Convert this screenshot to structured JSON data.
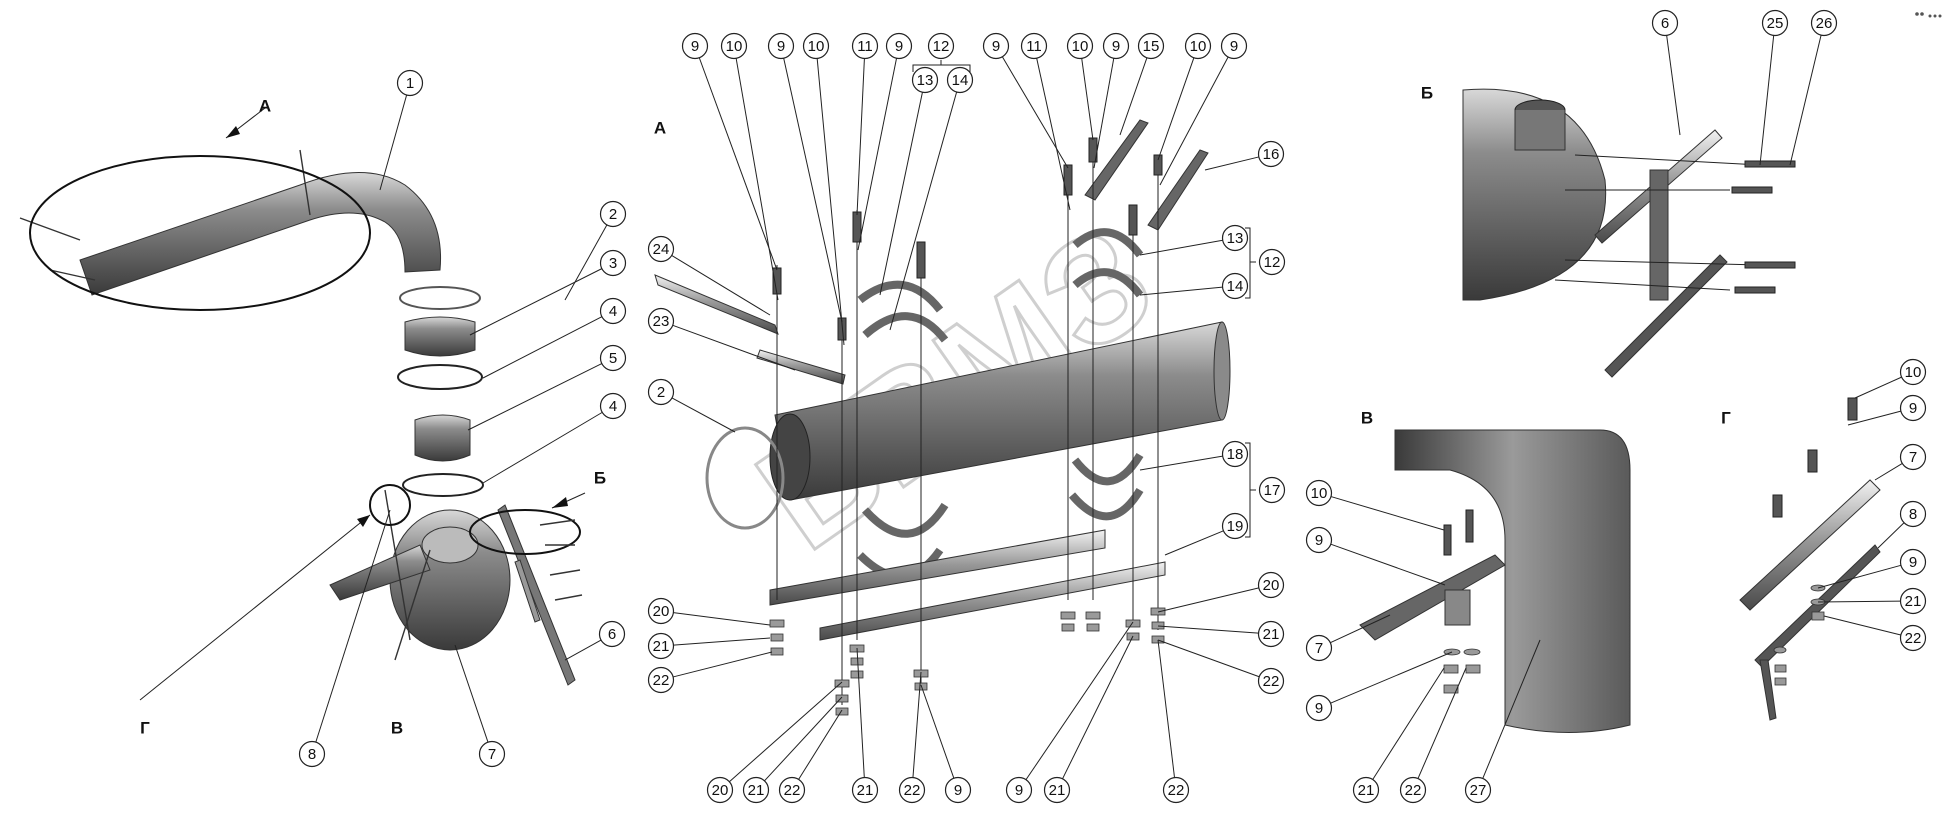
{
  "diagram": {
    "section_labels": {
      "a1": "А",
      "b1": "Б",
      "v1": "В",
      "g1": "Г",
      "a2": "А",
      "b2": "Б",
      "v2": "В",
      "g2": "Г"
    },
    "watermark": "ВВМЗ",
    "callouts": [
      {
        "n": "1"
      },
      {
        "n": "2"
      },
      {
        "n": "3"
      },
      {
        "n": "4"
      },
      {
        "n": "5"
      },
      {
        "n": "4"
      },
      {
        "n": "6"
      },
      {
        "n": "7"
      },
      {
        "n": "8"
      },
      {
        "n": "9"
      },
      {
        "n": "10"
      },
      {
        "n": "9"
      },
      {
        "n": "10"
      },
      {
        "n": "11"
      },
      {
        "n": "9"
      },
      {
        "n": "12"
      },
      {
        "n": "13"
      },
      {
        "n": "14"
      },
      {
        "n": "9"
      },
      {
        "n": "11"
      },
      {
        "n": "10"
      },
      {
        "n": "9"
      },
      {
        "n": "15"
      },
      {
        "n": "10"
      },
      {
        "n": "9"
      },
      {
        "n": "16"
      },
      {
        "n": "24"
      },
      {
        "n": "23"
      },
      {
        "n": "2"
      },
      {
        "n": "13"
      },
      {
        "n": "12"
      },
      {
        "n": "14"
      },
      {
        "n": "18"
      },
      {
        "n": "17"
      },
      {
        "n": "19"
      },
      {
        "n": "20"
      },
      {
        "n": "21"
      },
      {
        "n": "22"
      },
      {
        "n": "20"
      },
      {
        "n": "21"
      },
      {
        "n": "22"
      },
      {
        "n": "20"
      },
      {
        "n": "21"
      },
      {
        "n": "22"
      },
      {
        "n": "21"
      },
      {
        "n": "22"
      },
      {
        "n": "9"
      },
      {
        "n": "9"
      },
      {
        "n": "21"
      },
      {
        "n": "22"
      },
      {
        "n": "6"
      },
      {
        "n": "25"
      },
      {
        "n": "26"
      },
      {
        "n": "10"
      },
      {
        "n": "9"
      },
      {
        "n": "7"
      },
      {
        "n": "9"
      },
      {
        "n": "21"
      },
      {
        "n": "22"
      },
      {
        "n": "27"
      },
      {
        "n": "10"
      },
      {
        "n": "9"
      },
      {
        "n": "7"
      },
      {
        "n": "8"
      },
      {
        "n": "9"
      },
      {
        "n": "21"
      },
      {
        "n": "22"
      }
    ]
  }
}
